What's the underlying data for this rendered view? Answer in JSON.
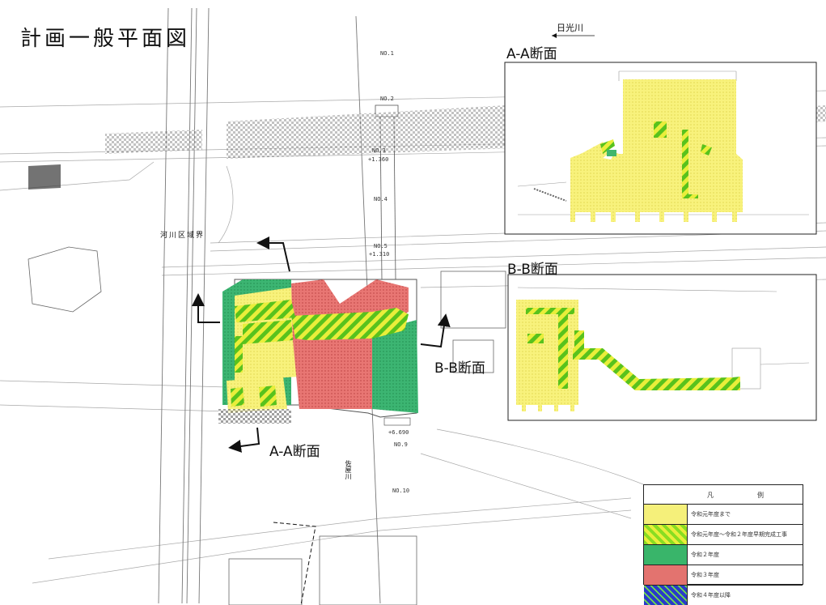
{
  "title": "計画一般平面図",
  "sections": {
    "aa_top": "A-A断面",
    "bb_top": "B-B断面",
    "bb_main": "B-B断面",
    "aa_main": "A-A断面"
  },
  "river_label": "日光川",
  "area_labels": {
    "kasen": "河川区域界",
    "river_vertical": "佐屋川"
  },
  "station_labels": [
    "NO.1",
    "NO.2",
    "NO.3",
    "NO.4",
    "NO.5",
    "NO.9",
    "NO.10"
  ],
  "elevations": [
    "+1.360",
    "+1.310",
    "+6.690"
  ],
  "legend": {
    "header_left": "凡",
    "header_right": "例",
    "items": [
      {
        "label": "令和元年度まで",
        "color": "#f5f07a"
      },
      {
        "label": "令和元年度～令和２年度早期完成工事",
        "color": "#88dd22"
      },
      {
        "label": "令和２年度",
        "color": "#39b56a"
      },
      {
        "label": "令和３年度",
        "color": "#e3736f"
      },
      {
        "label": "令和４年度以降",
        "color": "#2a3ac9"
      }
    ]
  }
}
